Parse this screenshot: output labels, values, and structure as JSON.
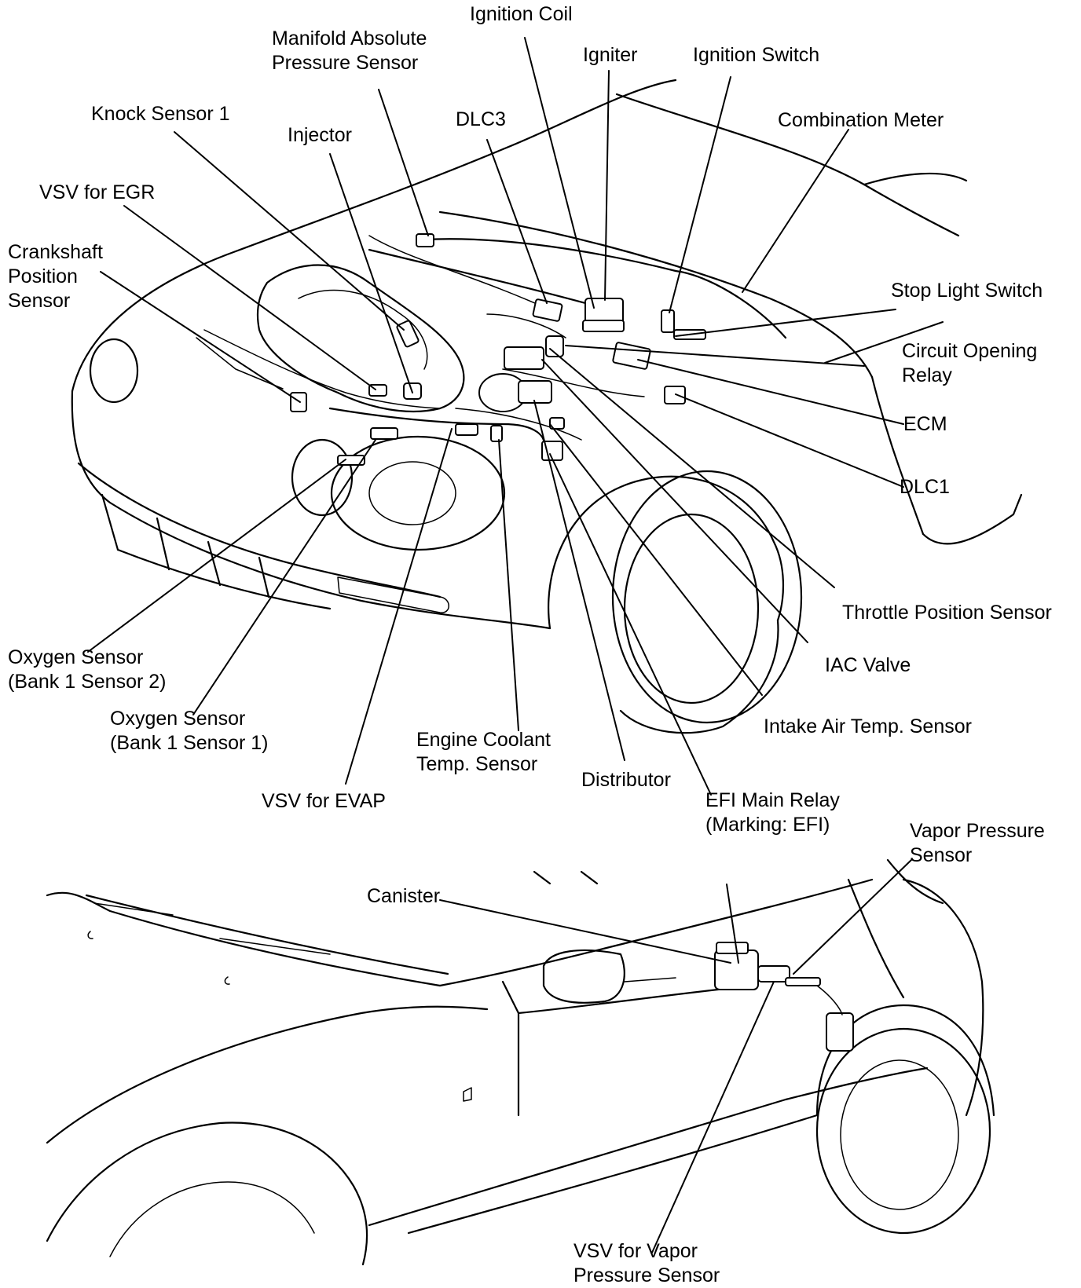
{
  "labels": {
    "ignition_coil": [
      "Ignition Coil"
    ],
    "map_sensor": [
      "Manifold Absolute",
      "Pressure Sensor"
    ],
    "igniter": [
      "Igniter"
    ],
    "ignition_switch": [
      "Ignition Switch"
    ],
    "knock_sensor": [
      "Knock Sensor 1"
    ],
    "dlc3": [
      "DLC3"
    ],
    "injector": [
      "Injector"
    ],
    "combination_meter": [
      "Combination Meter"
    ],
    "vsv_egr": [
      "VSV for EGR"
    ],
    "crankshaft_sensor": [
      "Crankshaft",
      "Position",
      "Sensor"
    ],
    "stop_light_switch": [
      "Stop Light Switch"
    ],
    "circuit_opening_relay": [
      "Circuit Opening",
      "Relay"
    ],
    "ecm": [
      "ECM"
    ],
    "dlc1": [
      "DLC1"
    ],
    "throttle_position_sensor": [
      "Throttle Position Sensor"
    ],
    "iac_valve": [
      "IAC Valve"
    ],
    "intake_air_temp_sensor": [
      "Intake Air Temp. Sensor"
    ],
    "oxygen_sensor_b1s2": [
      "Oxygen Sensor",
      "(Bank 1 Sensor 2)"
    ],
    "oxygen_sensor_b1s1": [
      "Oxygen Sensor",
      "(Bank 1 Sensor 1)"
    ],
    "engine_coolant_temp_sensor": [
      "Engine Coolant",
      "Temp. Sensor"
    ],
    "distributor": [
      "Distributor"
    ],
    "vsv_evap": [
      "VSV for EVAP"
    ],
    "efi_main_relay": [
      "EFI Main Relay",
      "(Marking: EFI)"
    ],
    "vapor_pressure_sensor": [
      "Vapor Pressure",
      "Sensor"
    ],
    "canister": [
      "Canister"
    ],
    "vsv_vapor_pressure_sensor": [
      "VSV for Vapor",
      "Pressure Sensor"
    ]
  }
}
